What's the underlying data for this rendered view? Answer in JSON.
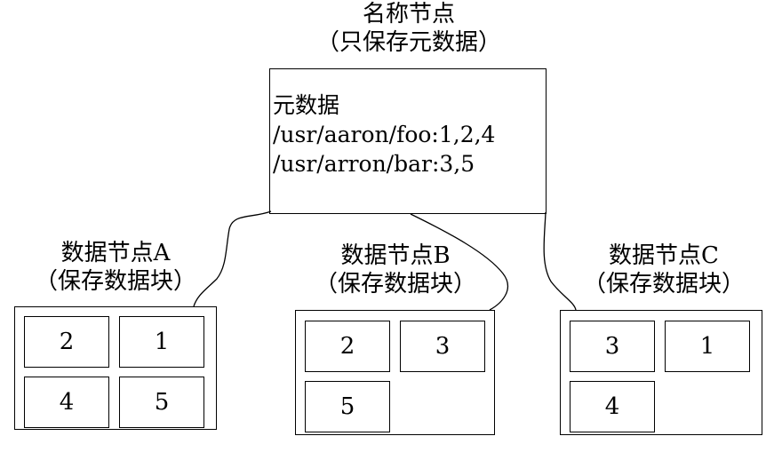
{
  "namenode": {
    "title": "名称节点",
    "subtitle": "（只保存元数据）",
    "metadata_heading": "元数据",
    "entries": [
      "/usr/aaron/foo:1,2,4",
      "/usr/arron/bar:3,5"
    ]
  },
  "datanodes": [
    {
      "title": "数据节点A",
      "subtitle": "（保存数据块）",
      "blocks": [
        "2",
        "1",
        "4",
        "5"
      ]
    },
    {
      "title": "数据节点B",
      "subtitle": "（保存数据块）",
      "blocks": [
        "2",
        "3",
        "5"
      ]
    },
    {
      "title": "数据节点C",
      "subtitle": "（保存数据块）",
      "blocks": [
        "3",
        "1",
        "4"
      ]
    }
  ]
}
